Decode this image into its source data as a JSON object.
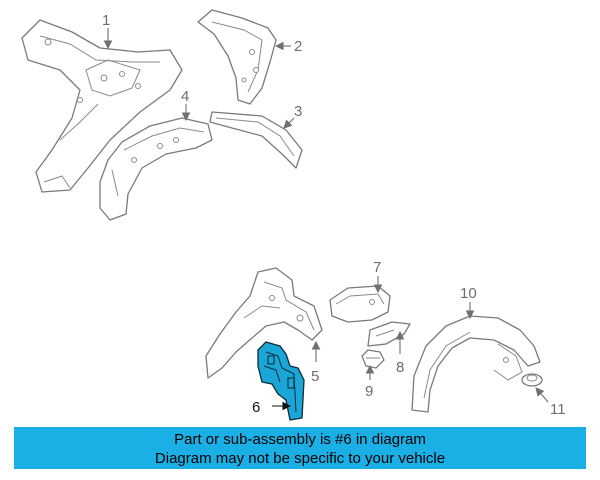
{
  "diagram": {
    "callouts": [
      "1",
      "2",
      "3",
      "4",
      "5",
      "6",
      "7",
      "8",
      "9",
      "10",
      "11"
    ],
    "highlighted_part": "6",
    "colors": {
      "highlight": "#1aa6d6",
      "banner": "#1ab0e6",
      "line": "#7a7a7a"
    }
  },
  "banner": {
    "line1": "Part or sub-assembly is #6 in diagram",
    "line2": "Diagram may not be specific to your vehicle"
  }
}
